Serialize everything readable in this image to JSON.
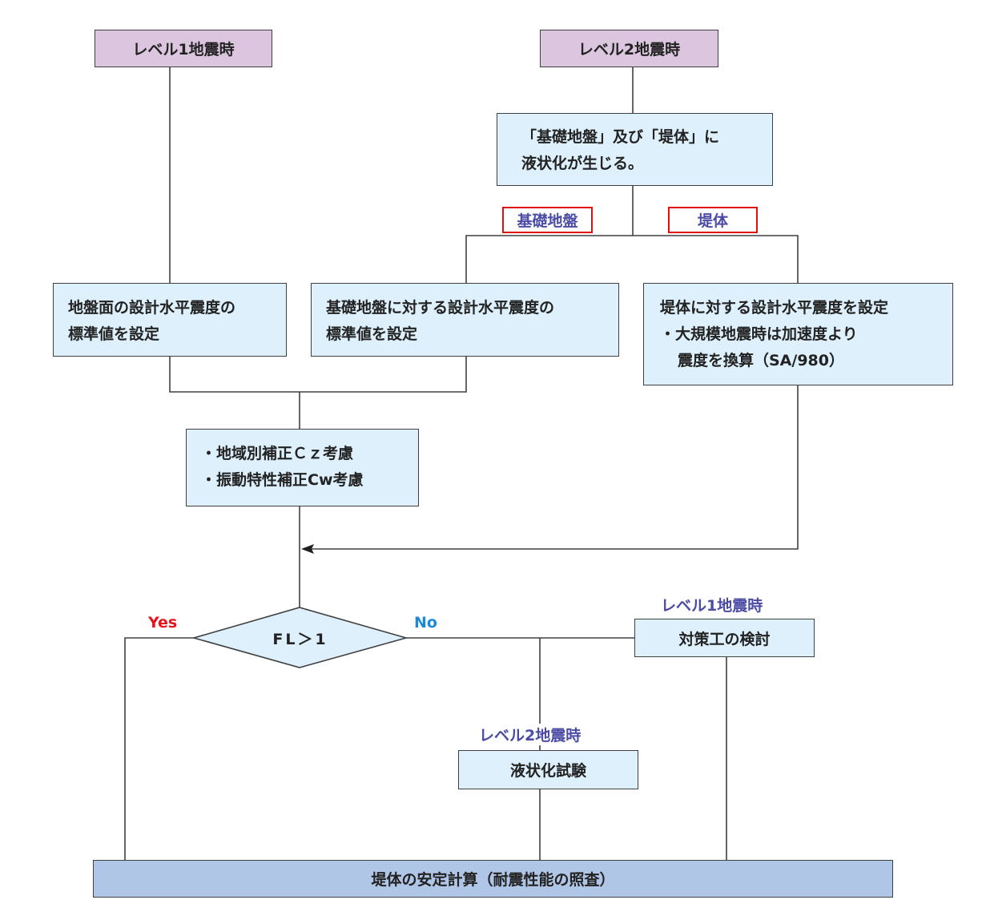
{
  "colors": {
    "level_box": "#dcc6df",
    "process_box": "#ddf0fb",
    "final_box": "#b0c6e6",
    "connector": "#404040",
    "yes": "#e8141c",
    "no": "#1a8ad6",
    "annotation": "#4c4ca6",
    "tag_border": "#e01010"
  },
  "start": {
    "level1": "レベル1地震時",
    "level2": "レベル2地震時"
  },
  "liquefaction_box": {
    "lines": [
      "「基礎地盤」及び「堤体」に",
      "液状化が生じる。"
    ]
  },
  "branch_tags": {
    "foundation": "基礎地盤",
    "embankment": "堤体"
  },
  "ground_surface_box": {
    "lines": [
      "地盤面の設計水平震度の",
      "標準値を設定"
    ]
  },
  "foundation_box": {
    "lines": [
      "基礎地盤に対する設計水平震度の",
      "標準値を設定"
    ]
  },
  "embankment_box": {
    "lines": [
      "堤体に対する設計水平震度を設定",
      "・大規模地震時は加速度より",
      "震度を換算（SA/980）"
    ]
  },
  "correction_box": {
    "lines": [
      "・地域別補正Ｃｚ考慮",
      "・振動特性補正Cw考慮"
    ]
  },
  "decision": {
    "condition": "FL＞1",
    "yes_label": "Yes",
    "no_label": "No"
  },
  "countermeasure": {
    "annotation": "レベル1地震時",
    "label": "対策工の検討"
  },
  "liquefaction_test": {
    "annotation": "レベル2地震時",
    "label": "液状化試験"
  },
  "final": {
    "label": "堤体の安定計算（耐震性能の照査）"
  }
}
